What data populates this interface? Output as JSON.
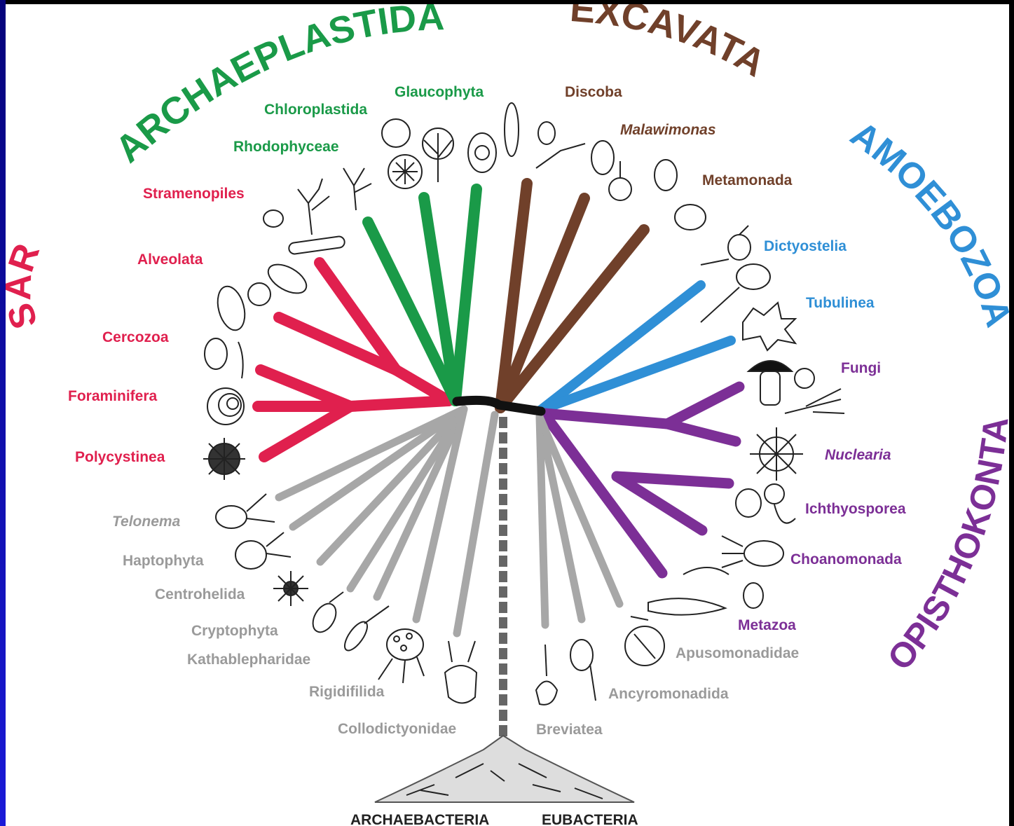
{
  "colors": {
    "sar": "#e0204e",
    "archaeplastida": "#1a9a48",
    "excavata": "#70402a",
    "amoebozoa": "#2f8fd6",
    "opisthokonta": "#7c2f96",
    "unassigned": "#a7a7a7",
    "root": "#111111"
  },
  "supergroups": {
    "sar": "SAR",
    "archaeplastida": "ARCHAEPLASTIDA",
    "excavata": "EXCAVATA",
    "amoebozoa": "AMOEBOZOA",
    "opisthokonta": "OPISTHOKONTA"
  },
  "groups": {
    "stramenopiles": "Stramenopiles",
    "alveolata": "Alveolata",
    "cercozoa": "Cercozoa",
    "foraminifera": "Foraminifera",
    "polycystinea": "Polycystinea",
    "rhodophyceae": "Rhodophyceae",
    "chloroplastida": "Chloroplastida",
    "glaucophyta": "Glaucophyta",
    "discoba": "Discoba",
    "malawimonas": "Malawimonas",
    "metamonada": "Metamonada",
    "dictyostelia": "Dictyostelia",
    "tubulinea": "Tubulinea",
    "fungi": "Fungi",
    "nuclearia": "Nuclearia",
    "ichthyosporea": "Ichthyosporea",
    "choanomonada": "Choanomonada",
    "metazoa": "Metazoa",
    "telonema": "Telonema",
    "haptophyta": "Haptophyta",
    "centrohelida": "Centrohelida",
    "cryptophyta": "Cryptophyta",
    "kathablepharidae": "Kathablepharidae",
    "rigidifilida": "Rigidifilida",
    "collodictyonidae": "Collodictyonidae",
    "breviatea": "Breviatea",
    "ancyromonadida": "Ancyromonadida",
    "apusomonadidae": "Apusomonadidae"
  },
  "base": {
    "archaebacteria": "ARCHAEBACTERIA",
    "eubacteria": "EUBACTERIA"
  }
}
